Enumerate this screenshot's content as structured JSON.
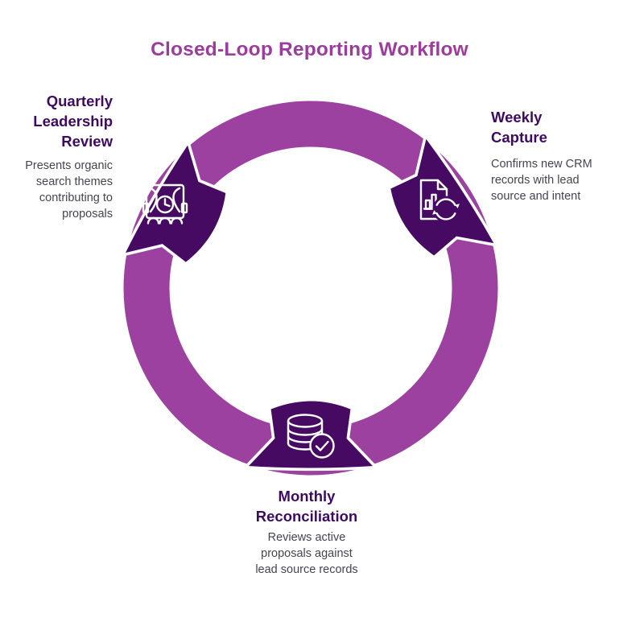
{
  "title": "Closed-Loop Reporting Workflow",
  "colors": {
    "background": "#ffffff",
    "title": "#9c3d9d",
    "ring": "#9d41a1",
    "node": "#470a63",
    "heading": "#3e0a61",
    "body": "#474351",
    "icon_stroke": "#ffffff"
  },
  "diagram": {
    "type": "cycle",
    "stage_count": 3
  },
  "stages": [
    {
      "label": "Quarterly\nLeadership\nReview",
      "description": "Presents organic\nsearch themes\ncontributing to\nproposals",
      "icon": "presentation-clock-audience-icon",
      "position": "left"
    },
    {
      "label": "Weekly\nCapture",
      "description": "Confirms new CRM\nrecords with lead\nsource and intent",
      "icon": "document-chart-sync-icon",
      "position": "right"
    },
    {
      "label": "Monthly\nReconciliation",
      "description": "Reviews active\nproposals against\nlead source records",
      "icon": "database-check-icon",
      "position": "bottom"
    }
  ]
}
